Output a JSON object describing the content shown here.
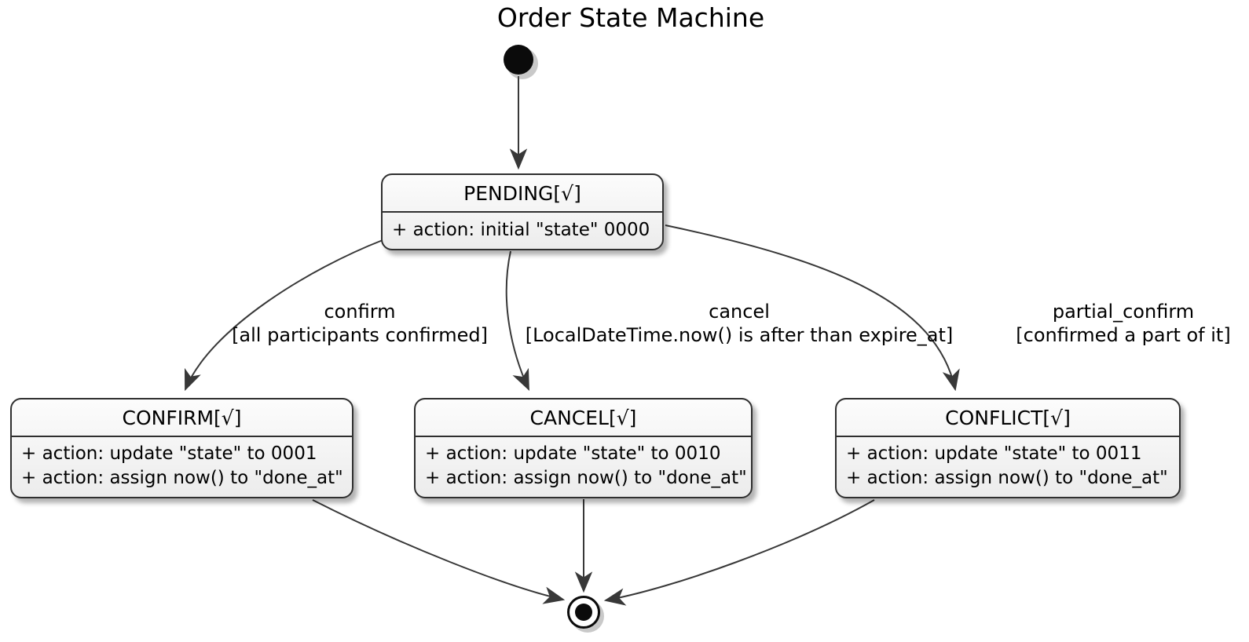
{
  "title": "Order State Machine",
  "nodes": {
    "initial": {
      "type": "initial-pseudostate"
    },
    "final": {
      "type": "final-state"
    },
    "pending": {
      "name": "PENDING[√]",
      "actions": [
        "+ action: initial \"state\" 0000"
      ]
    },
    "confirm": {
      "name": "CONFIRM[√]",
      "actions": [
        "+ action: update \"state\" to 0001",
        "+ action: assign now() to \"done_at\""
      ]
    },
    "cancel": {
      "name": "CANCEL[√]",
      "actions": [
        "+ action: update \"state\" to 0010",
        "+ action: assign now() to \"done_at\""
      ]
    },
    "conflict": {
      "name": "CONFLICT[√]",
      "actions": [
        "+ action: update \"state\" to 0011",
        "+ action: assign now() to \"done_at\""
      ]
    }
  },
  "transitions": {
    "initial_to_pending": {
      "from": "initial",
      "to": "PENDING",
      "event": "",
      "guard": ""
    },
    "pending_to_confirm": {
      "from": "PENDING",
      "to": "CONFIRM",
      "event": "confirm",
      "guard": "[all participants confirmed]"
    },
    "pending_to_cancel": {
      "from": "PENDING",
      "to": "CANCEL",
      "event": "cancel",
      "guard": "[LocalDateTime.now() is after than expire_at]"
    },
    "pending_to_conflict": {
      "from": "PENDING",
      "to": "CONFLICT",
      "event": "partial_confirm",
      "guard": "[confirmed a part of it]"
    },
    "confirm_to_final": {
      "from": "CONFIRM",
      "to": "final",
      "event": "",
      "guard": ""
    },
    "cancel_to_final": {
      "from": "CANCEL",
      "to": "final",
      "event": "",
      "guard": ""
    },
    "conflict_to_final": {
      "from": "CONFLICT",
      "to": "final",
      "event": "",
      "guard": ""
    }
  },
  "colors": {
    "state_border": "#2f2f2f",
    "state_fill_top": "#fcfcfc",
    "state_fill_bottom": "#ececec",
    "arrow": "#383838",
    "text": "#000000",
    "background": "#ffffff"
  }
}
